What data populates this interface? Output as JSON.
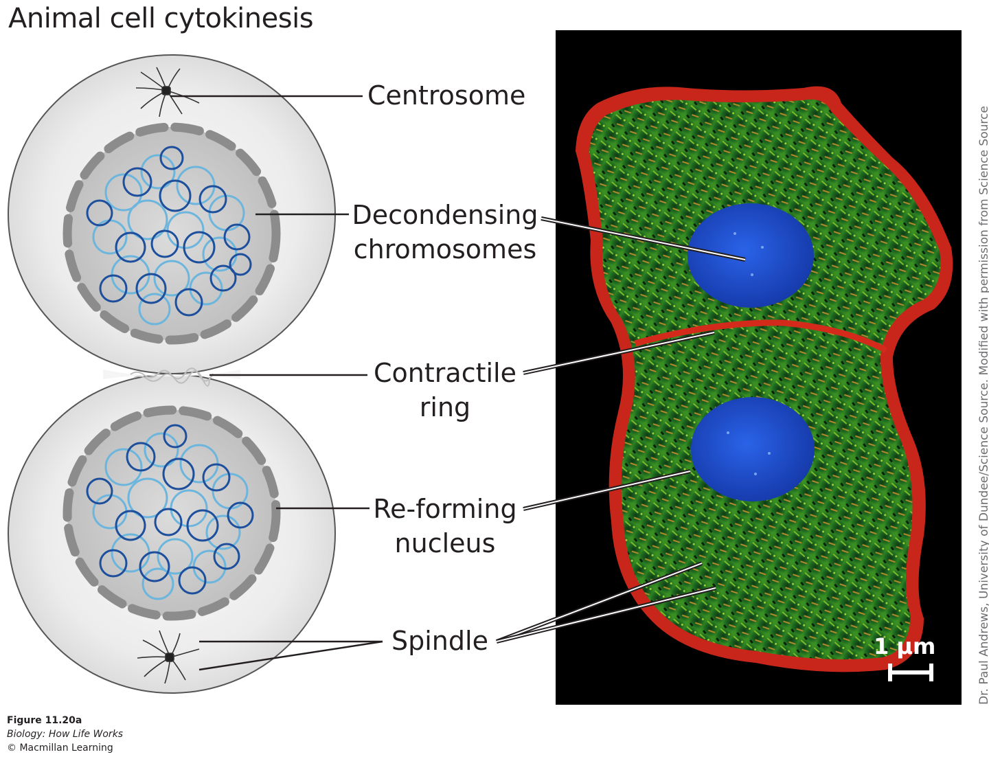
{
  "title": "Animal cell cytokinesis",
  "labels": {
    "centrosome": "Centrosome",
    "decondensing_1": "Decondensing",
    "decondensing_2": "chromosomes",
    "contractile_1": "Contractile",
    "contractile_2": "ring",
    "reforming_1": "Re-forming",
    "reforming_2": "nucleus",
    "spindle": "Spindle"
  },
  "scale_bar": "1 μm",
  "credit": "Dr. Paul Andrews, University of Dundee/Science Source. Modified with permission from Science Source",
  "caption": {
    "figure": "Figure 11.20a",
    "book": "Biology: How Life Works",
    "copyright": "© Macmillan Learning"
  },
  "colors": {
    "cell_fill": "#e5e5e5",
    "nucleus_fill": "#cfcfcf",
    "envelope": "#8c8c8c",
    "chromatin_dark": "#1d4f9c",
    "chromatin_light": "#6cb5dd",
    "photo_bg": "#000000",
    "membrane": "#d42a1c",
    "cytoplasm": "#1f6b1f",
    "photo_nucleus": "#1d4bd6"
  }
}
